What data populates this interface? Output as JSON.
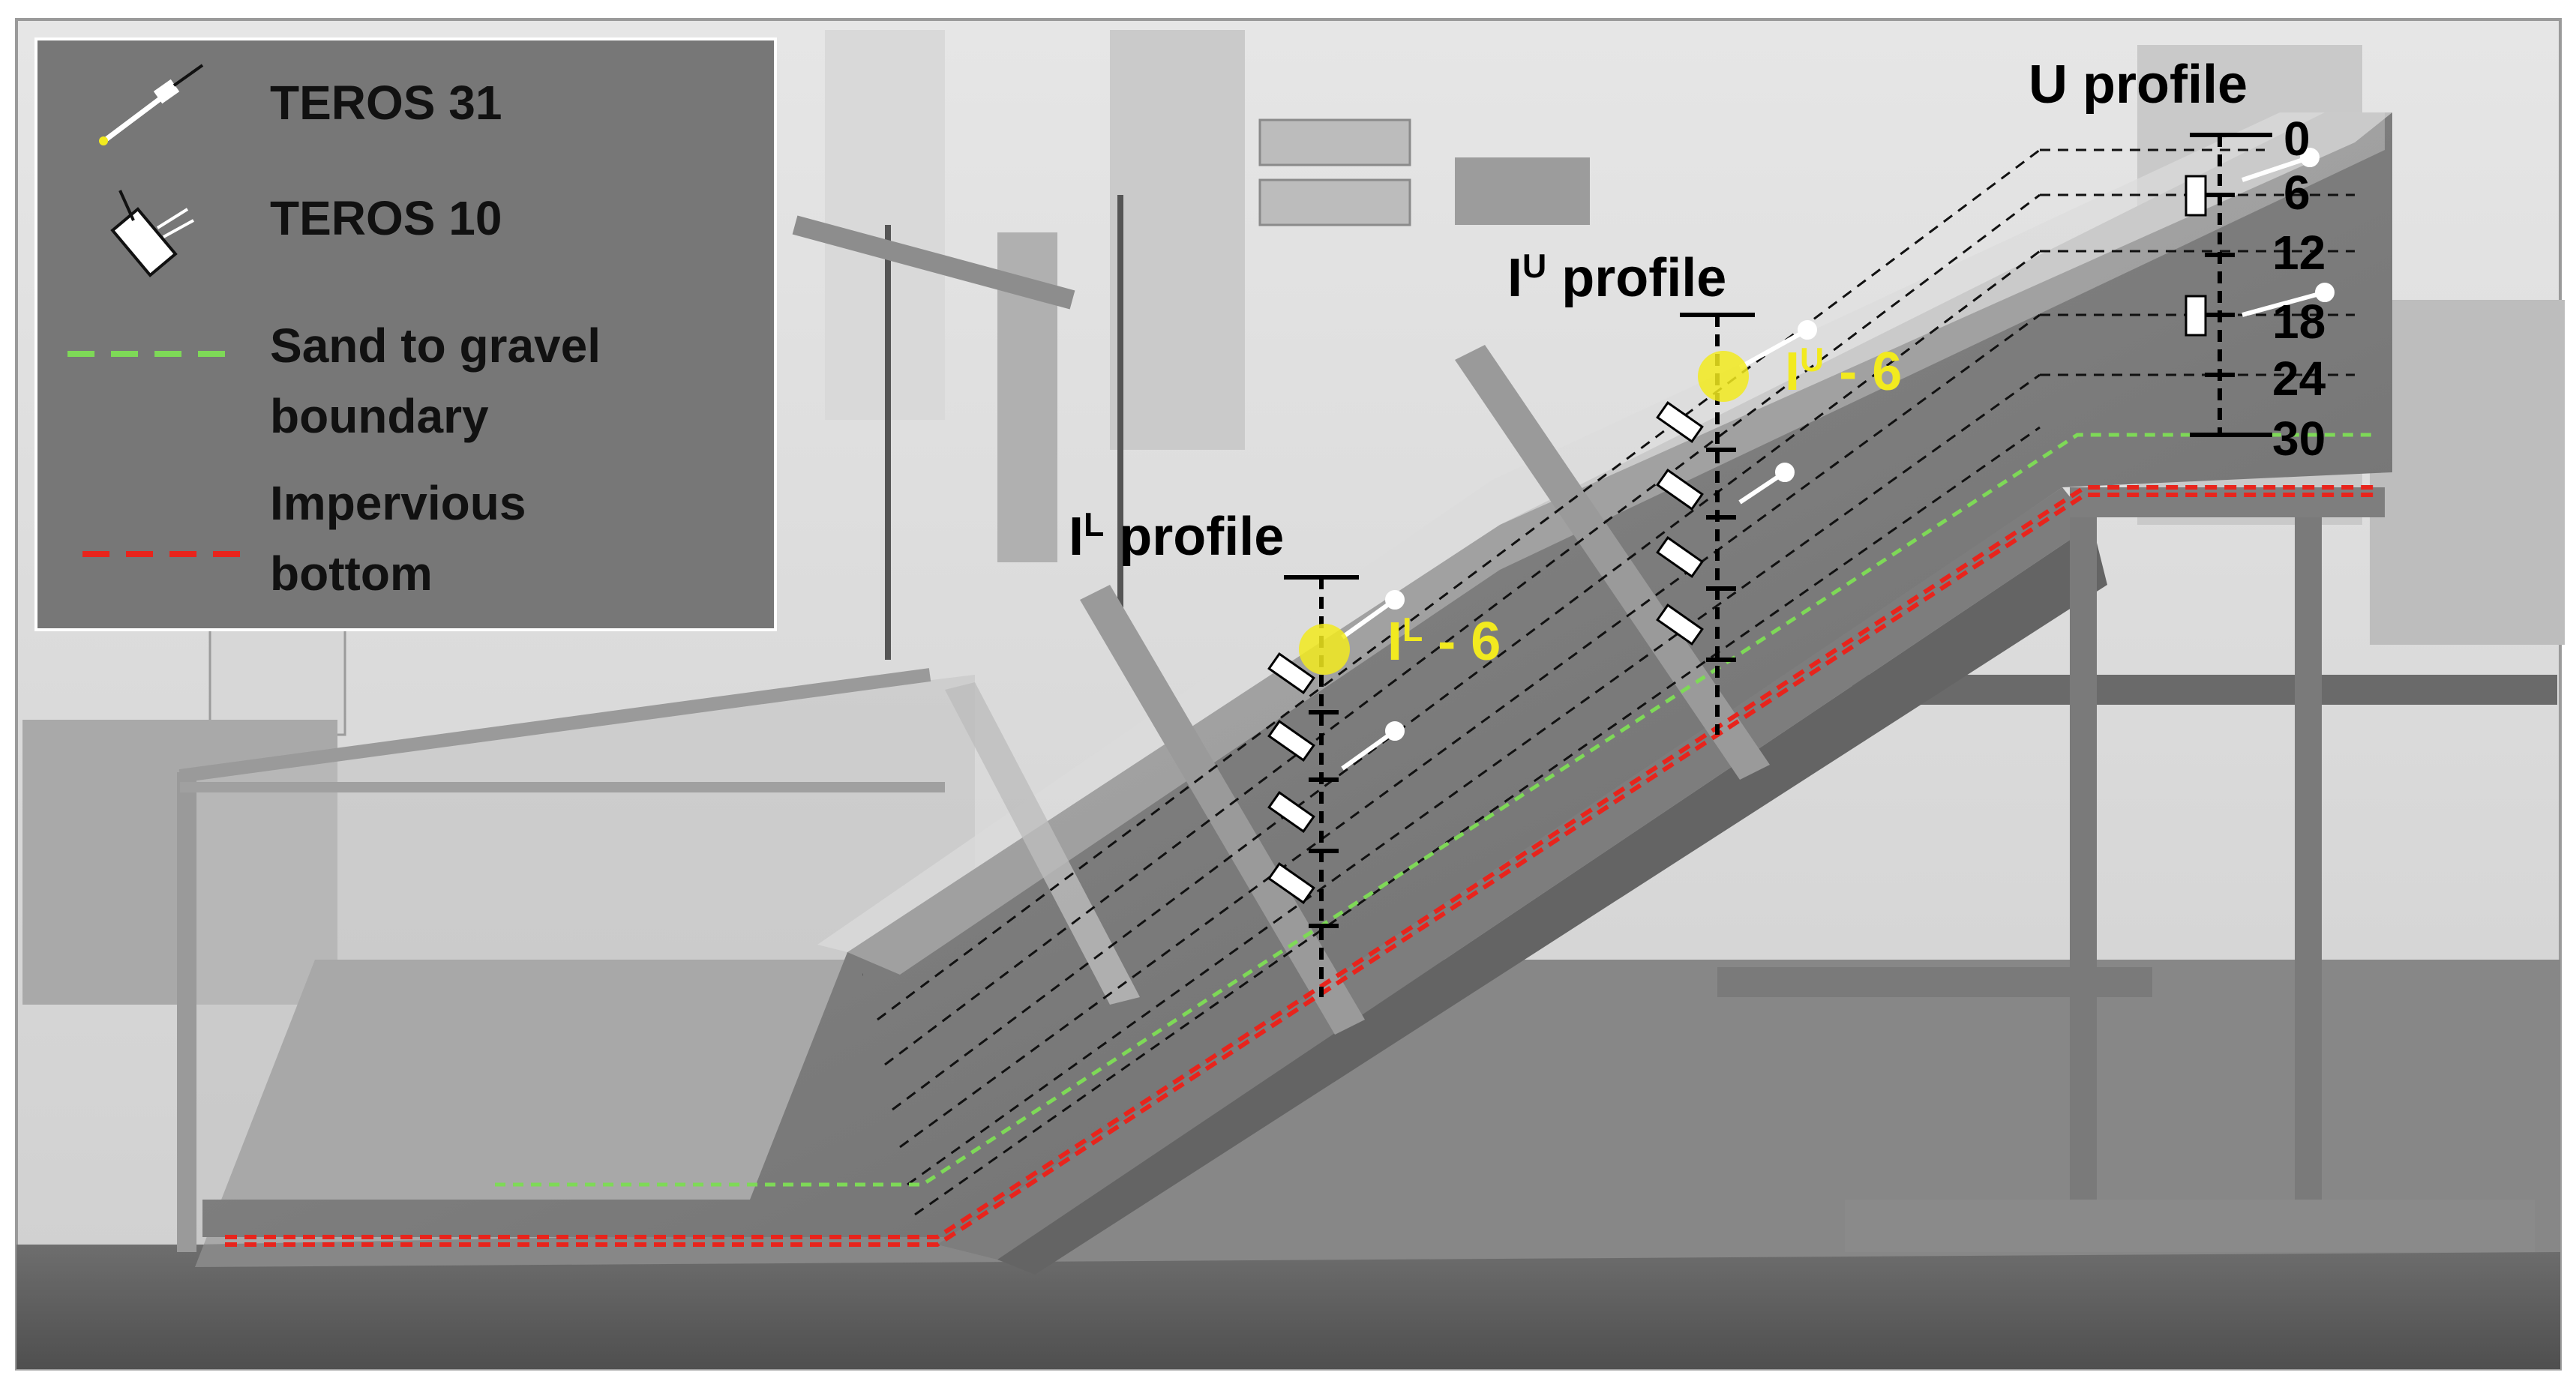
{
  "legend": {
    "items": [
      {
        "label": "TEROS 31",
        "icon": "teros-31-sensor-icon"
      },
      {
        "label": "TEROS 10",
        "icon": "teros-10-sensor-icon"
      },
      {
        "label": "Sand to gravel\nboundary",
        "icon": "green-dashed-line-icon"
      },
      {
        "label": "Impervious\nbottom",
        "icon": "red-dashed-line-icon"
      }
    ]
  },
  "profiles": {
    "u": {
      "label": "U profile"
    },
    "iu": {
      "base": "I",
      "sup": "U",
      "rest": " profile"
    },
    "il": {
      "base": "I",
      "sup": "L",
      "rest": " profile"
    }
  },
  "markers": {
    "iu6": {
      "base": "I",
      "sup": "U",
      "rest": " - 6"
    },
    "il6": {
      "base": "I",
      "sup": "L",
      "rest": " - 6"
    }
  },
  "depth_scale": [
    "0",
    "6",
    "12",
    "18",
    "24",
    "30"
  ],
  "colors": {
    "sand_gravel_boundary": "#7ed957",
    "impervious_bottom": "#e8241c",
    "marker_yellow": "#f2ea1f",
    "legend_bg": "#777777"
  }
}
